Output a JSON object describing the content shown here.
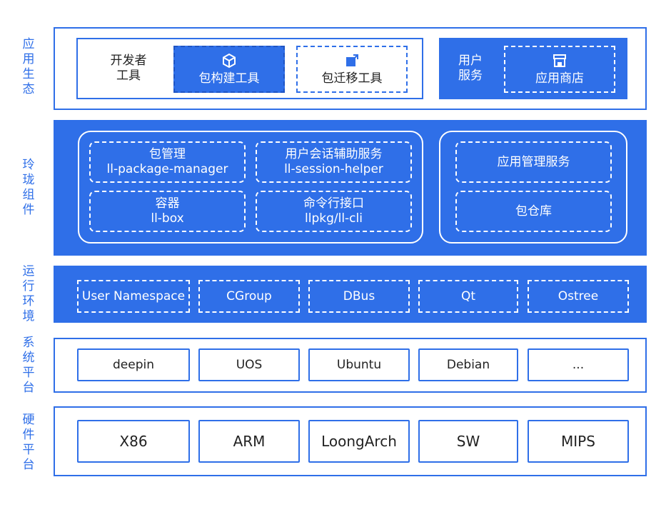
{
  "layers": {
    "app_eco": {
      "label": "应用\n生态"
    },
    "linglong": {
      "label": "玲珑\n组件"
    },
    "runtime": {
      "label": "运行\n环境"
    },
    "system": {
      "label": "系统\n平台"
    },
    "hardware": {
      "label": "硬件\n平台"
    }
  },
  "app_eco": {
    "dev_tools_label": "开发者\n工具",
    "build_tool": "包构建工具",
    "migrate_tool": "包迁移工具",
    "user_services_label": "用户\n服务",
    "app_store": "应用商店"
  },
  "linglong": {
    "pkg_manager_title": "包管理",
    "pkg_manager_sub": "ll-package-manager",
    "session_helper_title": "用户会话辅助服务",
    "session_helper_sub": "ll-session-helper",
    "container_title": "容器",
    "container_sub": "ll-box",
    "cli_title": "命令行接口",
    "cli_sub": "llpkg/ll-cli",
    "app_mgmt_service": "应用管理服务",
    "repo": "包仓库"
  },
  "runtime": {
    "items": [
      "User  Namespace",
      "CGroup",
      "DBus",
      "Qt",
      "Ostree"
    ]
  },
  "system": {
    "items": [
      "deepin",
      "UOS",
      "Ubuntu",
      "Debian",
      "..."
    ]
  },
  "hardware": {
    "items": [
      "X86",
      "ARM",
      "LoongArch",
      "SW",
      "MIPS"
    ]
  },
  "colors": {
    "primary": "#2f6fe8",
    "white": "#ffffff",
    "text": "#222222"
  },
  "icons": {
    "build_tool": "cube-icon",
    "migrate_tool": "migrate-icon",
    "app_store": "store-icon"
  }
}
